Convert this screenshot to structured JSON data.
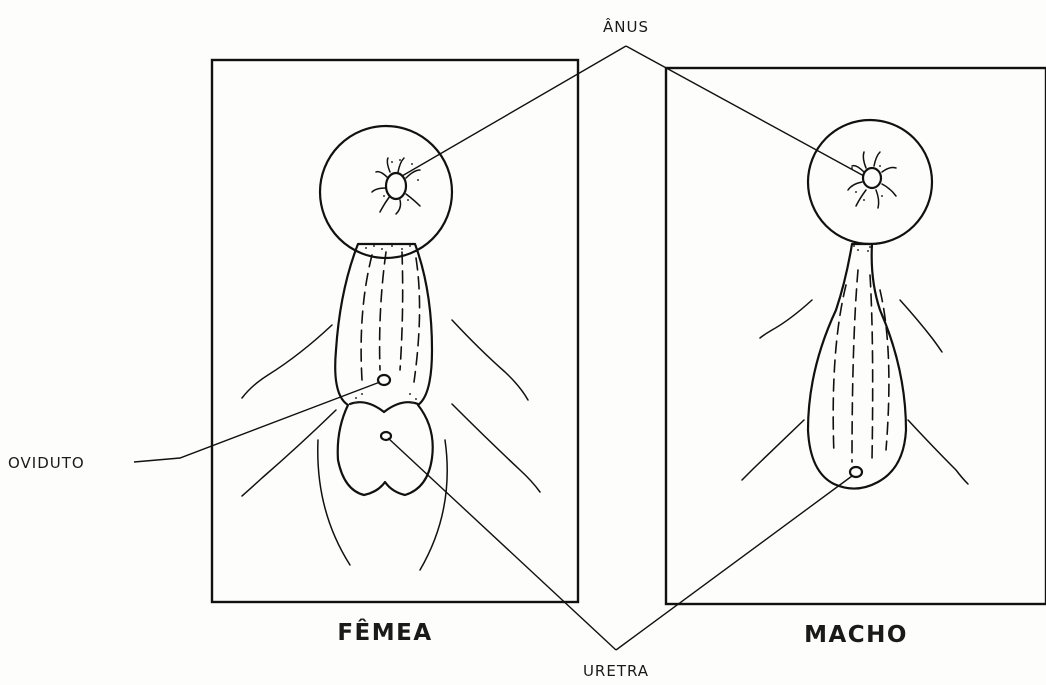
{
  "labels": {
    "anus": "ÂNUS",
    "oviduto": "OVIDUTO",
    "uretra": "URETRA",
    "female": "FÊMEA",
    "male": "MACHO"
  }
}
